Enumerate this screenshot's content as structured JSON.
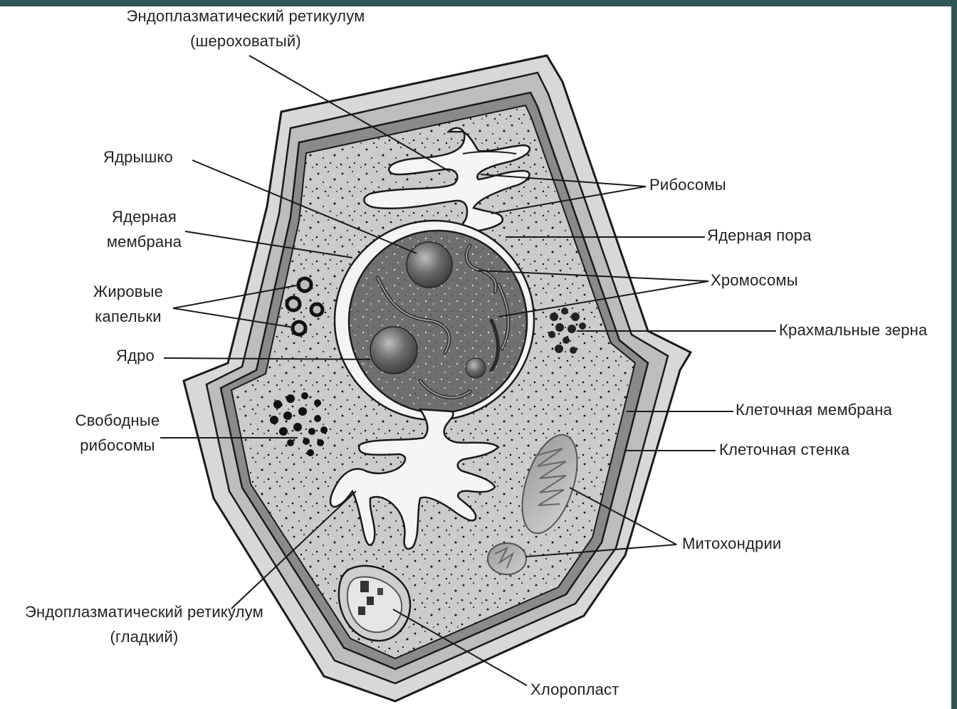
{
  "labels": {
    "er_rough_l1": "Эндоплазматический ретикулум",
    "er_rough_l2": "(шероховатый)",
    "nucleolus": "Ядрышко",
    "nuclear_membrane_l1": "Ядерная",
    "nuclear_membrane_l2": "мембрана",
    "lipid_l1": "Жировые",
    "lipid_l2": "капельки",
    "nucleus": "Ядро",
    "free_ribosomes_l1": "Свободные",
    "free_ribosomes_l2": "рибосомы",
    "er_smooth_l1": "Эндоплазматический ретикулум",
    "er_smooth_l2": "(гладкий)",
    "ribosomes": "Рибосомы",
    "nuclear_pore": "Ядерная пора",
    "chromosomes": "Хромосомы",
    "starch": "Крахмальные зерна",
    "cell_membrane": "Клеточная мембрана",
    "cell_wall": "Клеточная стенка",
    "mitochondria": "Митохондрии",
    "chloroplast": "Хлоропласт"
  },
  "colors": {
    "frame_accent": "#2f5652",
    "cytoplasm": "#c9c9c9",
    "membrane": "#8a8a8a",
    "nucleus": "#6e6e6e",
    "line": "#1a1a1a"
  }
}
